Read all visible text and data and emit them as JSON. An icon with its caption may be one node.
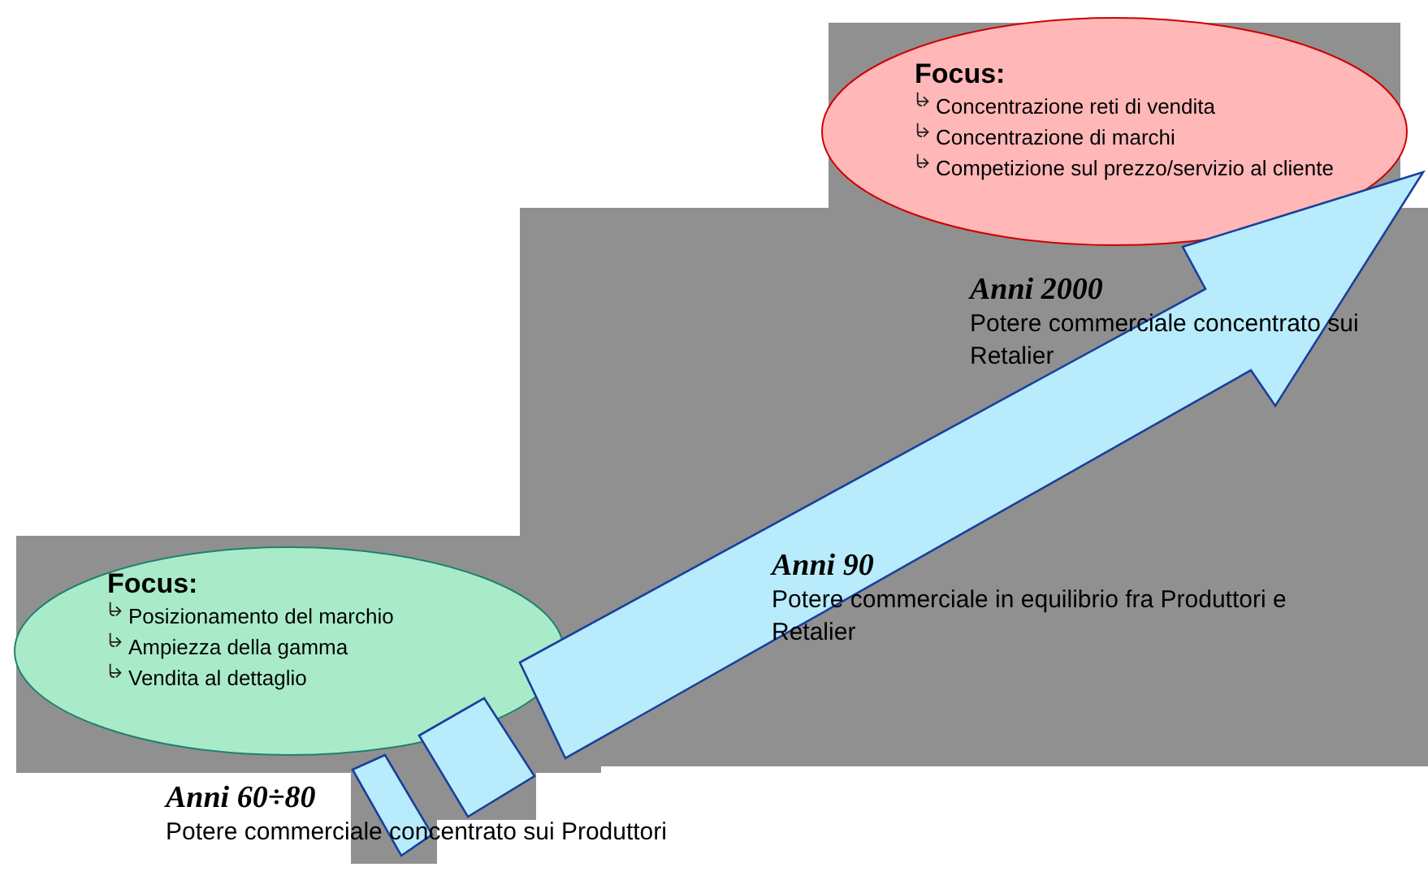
{
  "diagram": {
    "nodes": [
      {
        "text": [
          "Focus:",
          "Concentrazione reti di vendita",
          "Concentrazione di marchi",
          "Competizione sul prezzo/servizio al cliente"
        ]
      },
      {
        "text": [
          "Focus:",
          "Posizionamento del marchio",
          "Ampiezza della gamma",
          "Vendita al dettaglio"
        ]
      }
    ],
    "edges": [],
    "labels": [
      "Anni 2000",
      "Potere commerciale concentrato sui Retalier",
      "Anni 90",
      "Potere commerciale in equilibrio fra Produttori e Retalier",
      "Anni 60÷80",
      "Potere commerciale concentrato sui Produttori"
    ]
  }
}
